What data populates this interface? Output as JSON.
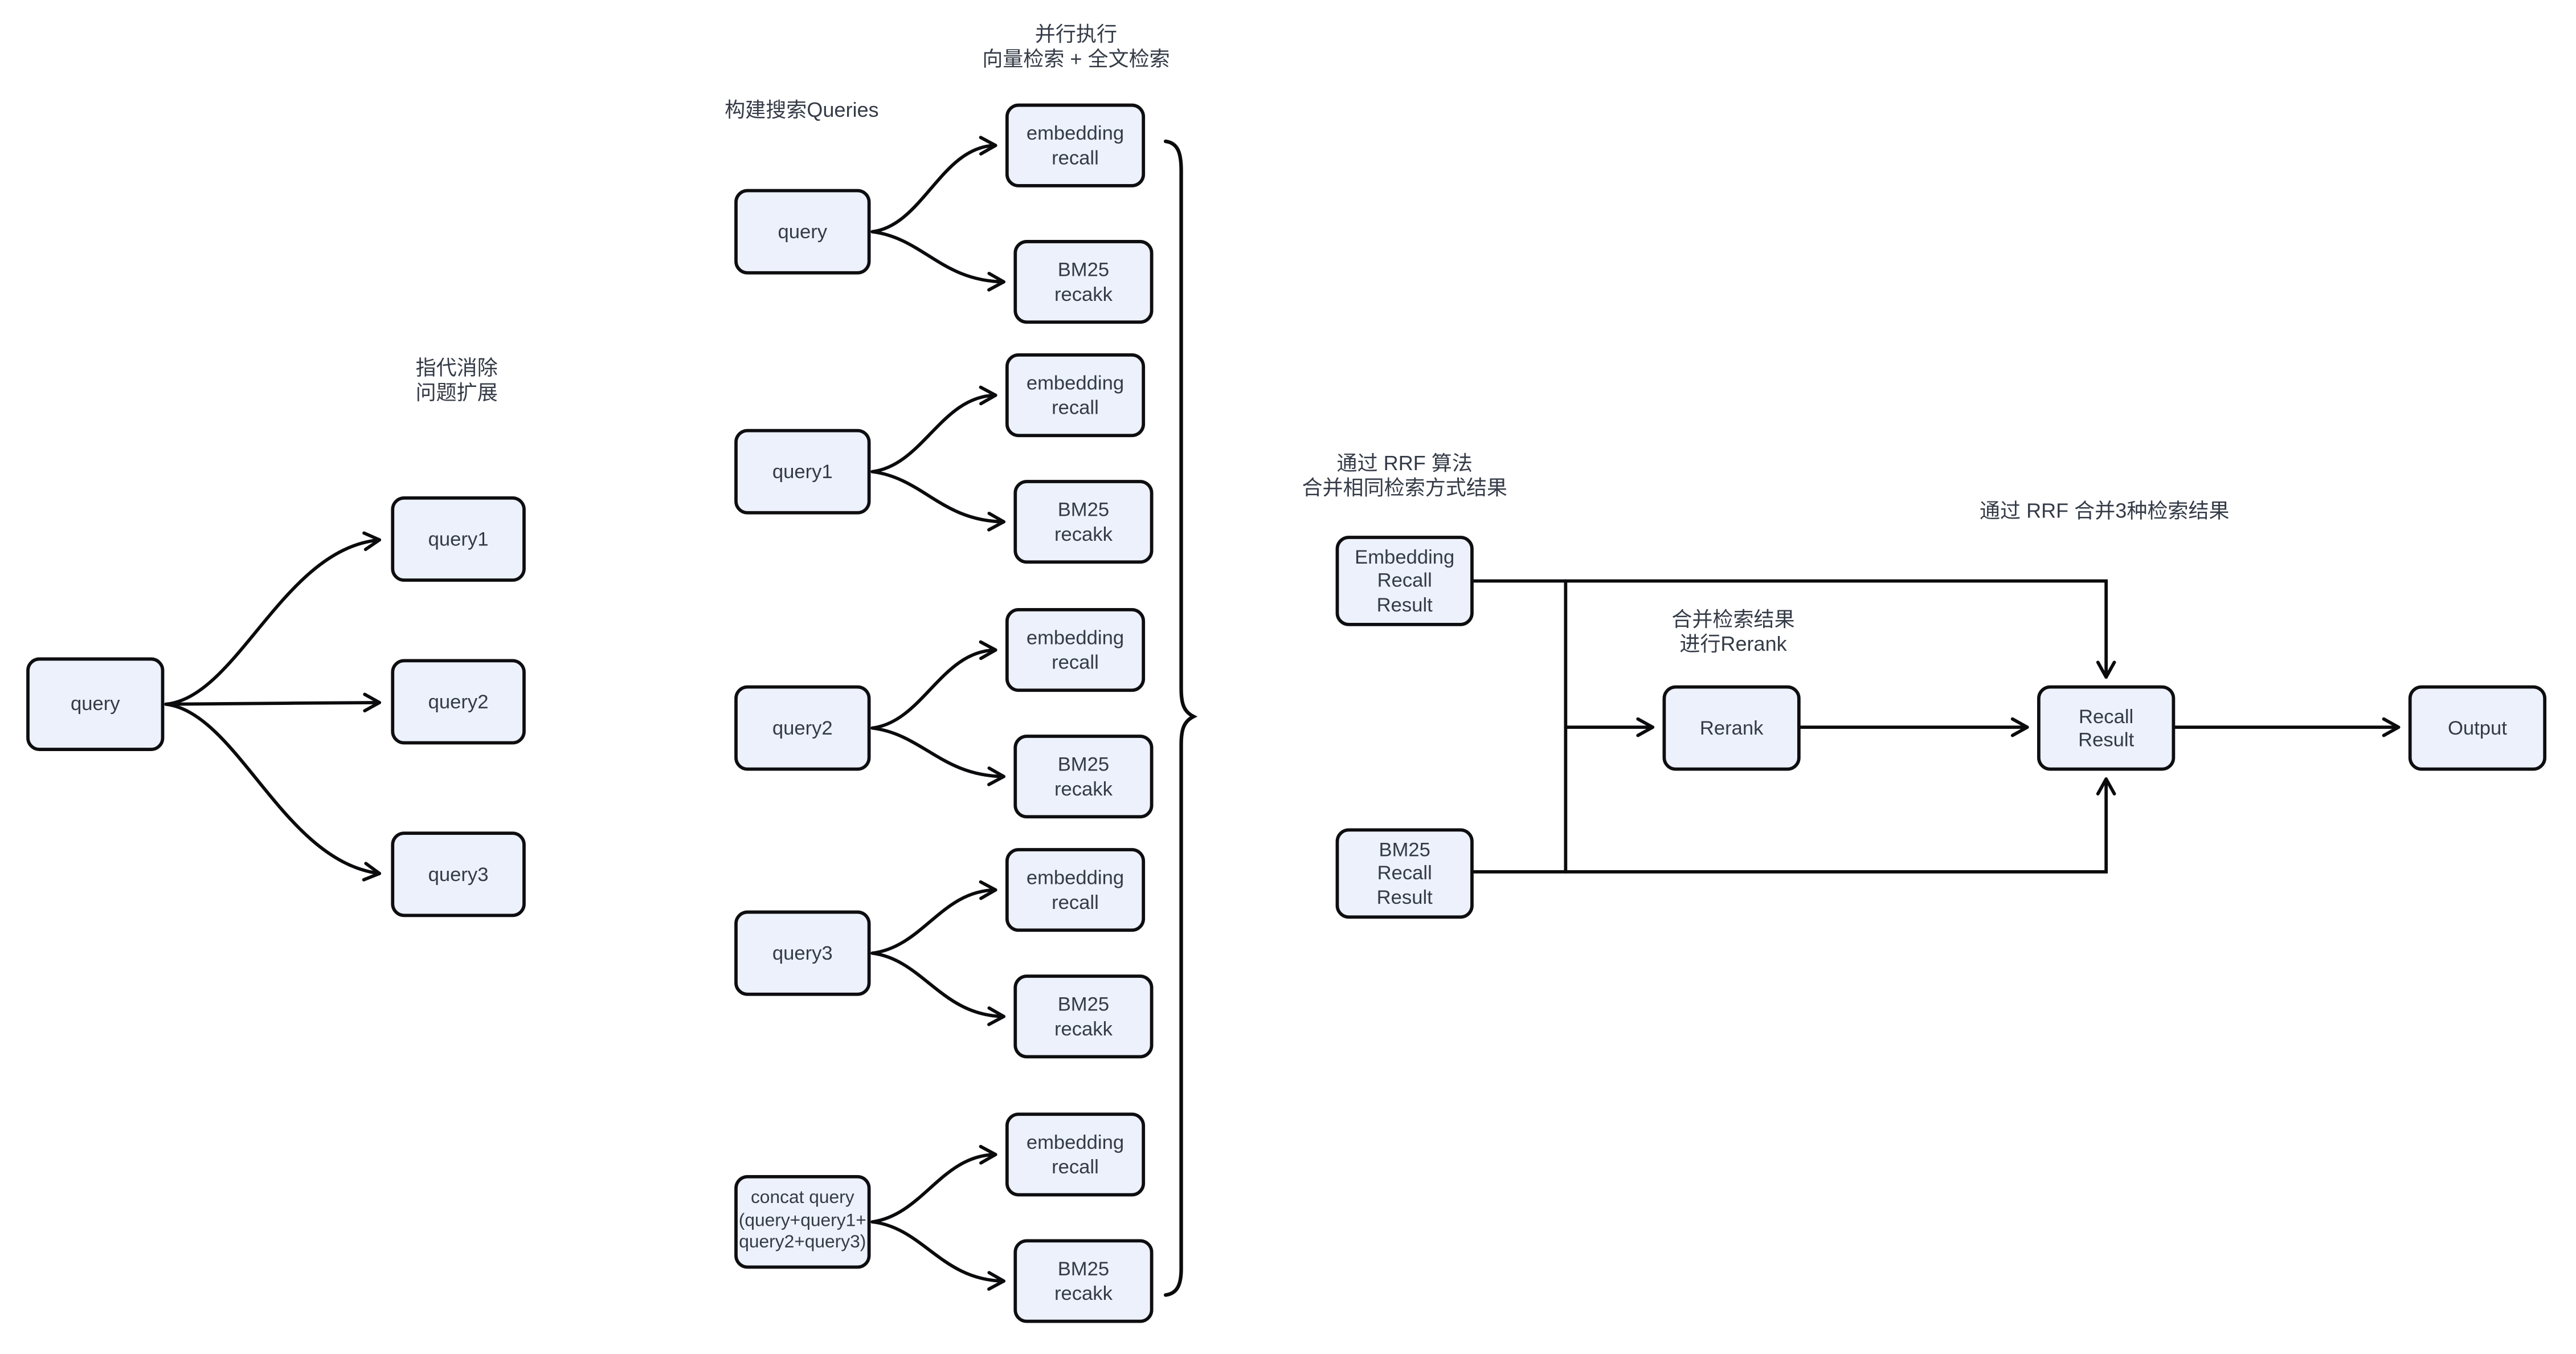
{
  "colors": {
    "background": "#ffffff",
    "node_fill": "#ecf1fb",
    "node_border": "#0e0e11",
    "connector": "#0b0b0d",
    "text": "#343b47"
  },
  "left": {
    "caption": "指代消除\n问题扩展",
    "query": "query",
    "query1": "query1",
    "query2": "query2",
    "query3": "query3"
  },
  "middle": {
    "caption_build": "构建搜索Queries",
    "caption_parallel": "并行执行\n向量检索 + 全文检索",
    "source_query": "query",
    "source_query1": "query1",
    "source_query2": "query2",
    "source_query3": "query3",
    "source_concat": "concat query\n(query+query1+\nquery2+query3)",
    "embedding_recall": "embedding\nrecall",
    "bm25_recall": "BM25\nrecakk"
  },
  "right": {
    "caption_rrf_same": "通过 RRF 算法\n合并相同检索方式结果",
    "caption_merge_rerank": "合并检索结果\n进行Rerank",
    "caption_rrf_three": "通过 RRF 合并3种检索结果",
    "embedding_recall_result": "Embedding\nRecall\nResult",
    "bm25_recall_result": "BM25\nRecall\nResult",
    "rerank": "Rerank",
    "recall_result": "Recall\nResult",
    "output": "Output"
  }
}
